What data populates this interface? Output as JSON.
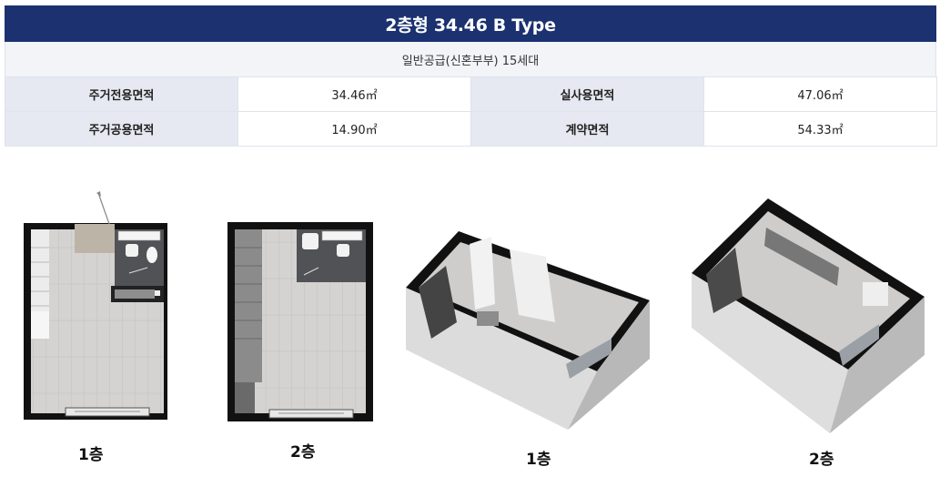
{
  "header": {
    "title": "2층형 34.46 B Type"
  },
  "supply": {
    "text": "일반공급(신혼부부) 15세대"
  },
  "specs": {
    "row1": {
      "label1": "주거전용면적",
      "value1": "34.46㎡",
      "label2": "실사용면적",
      "value2": "47.06㎡"
    },
    "row2": {
      "label1": "주거공용면적",
      "value1": "14.90㎡",
      "label2": "계약면적",
      "value2": "54.33㎡"
    }
  },
  "plans": {
    "plan_1f": {
      "caption": "1층"
    },
    "plan_2f": {
      "caption": "2층"
    },
    "iso_1f": {
      "caption": "1층"
    },
    "iso_2f": {
      "caption": "2층"
    }
  }
}
